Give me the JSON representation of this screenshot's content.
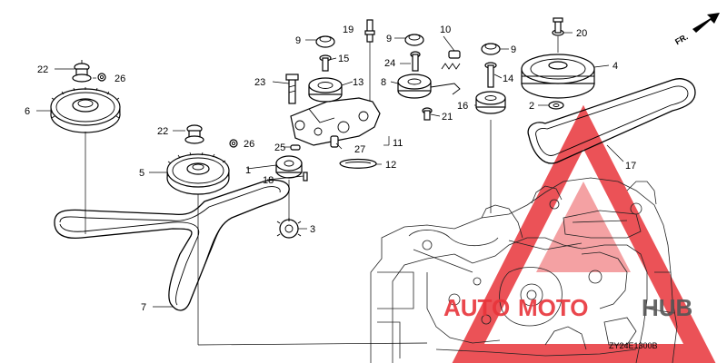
{
  "diagram": {
    "code": "ZY24E1300B",
    "front_marker": "FR.",
    "watermark": {
      "word_left": "AUTO",
      "word_mid": "MOTO",
      "word_right": "HUB",
      "color": "#e8343a"
    },
    "callouts": {
      "c1": "1",
      "c2": "2",
      "c3": "3",
      "c4": "4",
      "c5": "5",
      "c6": "6",
      "c7": "7",
      "c8": "8",
      "c9a": "9",
      "c9b": "9",
      "c9c": "9",
      "c10": "10",
      "c11": "11",
      "c12": "12",
      "c13": "13",
      "c14": "14",
      "c15": "15",
      "c16": "16",
      "c17": "17",
      "c18": "18",
      "c19": "19",
      "c20": "20",
      "c21": "21",
      "c22a": "22",
      "c22b": "22",
      "c23": "23",
      "c24": "24",
      "c25": "25",
      "c26a": "26",
      "c26b": "26",
      "c27": "27"
    }
  }
}
